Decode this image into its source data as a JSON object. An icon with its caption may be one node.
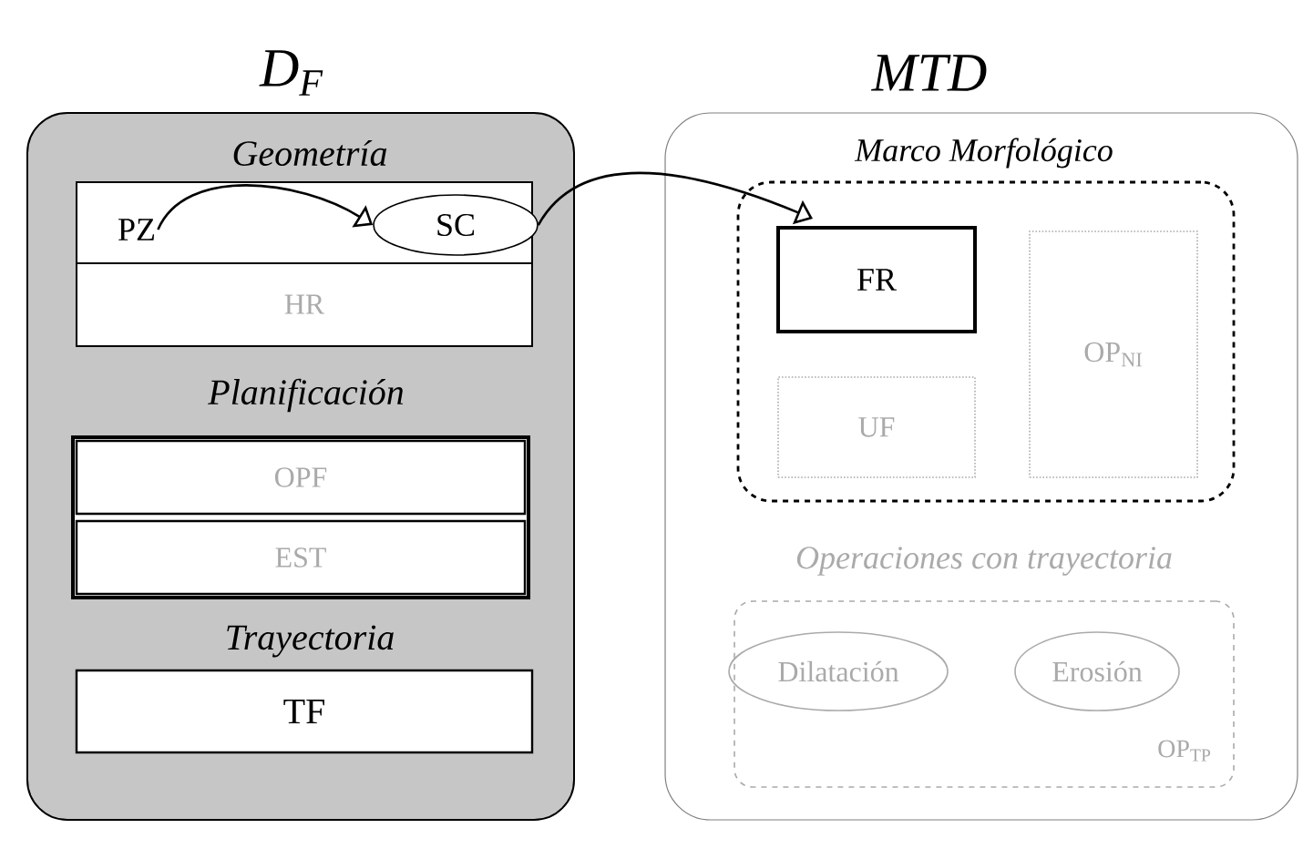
{
  "diagram": {
    "nodes": [
      {
        "text": [
          "D$_{F}$"
        ]
      },
      {
        "text": [
          "Geometría"
        ],
        "in": 0
      },
      {
        "text": [
          "PZ"
        ],
        "in": 1
      },
      {
        "text": [
          "SC"
        ],
        "in": 1
      },
      {
        "text": [
          "HR"
        ],
        "in": 1
      },
      {
        "text": [
          "Planificación"
        ],
        "in": 0
      },
      {
        "text": [
          "OPF"
        ],
        "in": 5
      },
      {
        "text": [
          "EST"
        ],
        "in": 5
      },
      {
        "text": [
          "Trayectoria",
          "TF"
        ],
        "in": 0
      },
      {
        "text": [
          "MTD"
        ]
      },
      {
        "text": [
          "Marco Morfológico"
        ],
        "in": 9
      },
      {
        "text": [
          "FR"
        ],
        "in": 10
      },
      {
        "text": [
          "UF"
        ],
        "in": 10
      },
      {
        "text": [
          "OP$_{NI}$"
        ],
        "in": 10
      },
      {
        "text": [
          "Operaciones con trayectoria",
          "OP$_{TP}$"
        ],
        "in": 9
      },
      {
        "text": [
          "Dilatación"
        ],
        "in": 14
      },
      {
        "text": [
          "Erosión"
        ],
        "in": 14
      }
    ],
    "edges": [
      {
        "from": 2,
        "to": 3,
        "arrow": "to"
      },
      {
        "from": 3,
        "to": 11,
        "arrow": "to"
      }
    ]
  }
}
